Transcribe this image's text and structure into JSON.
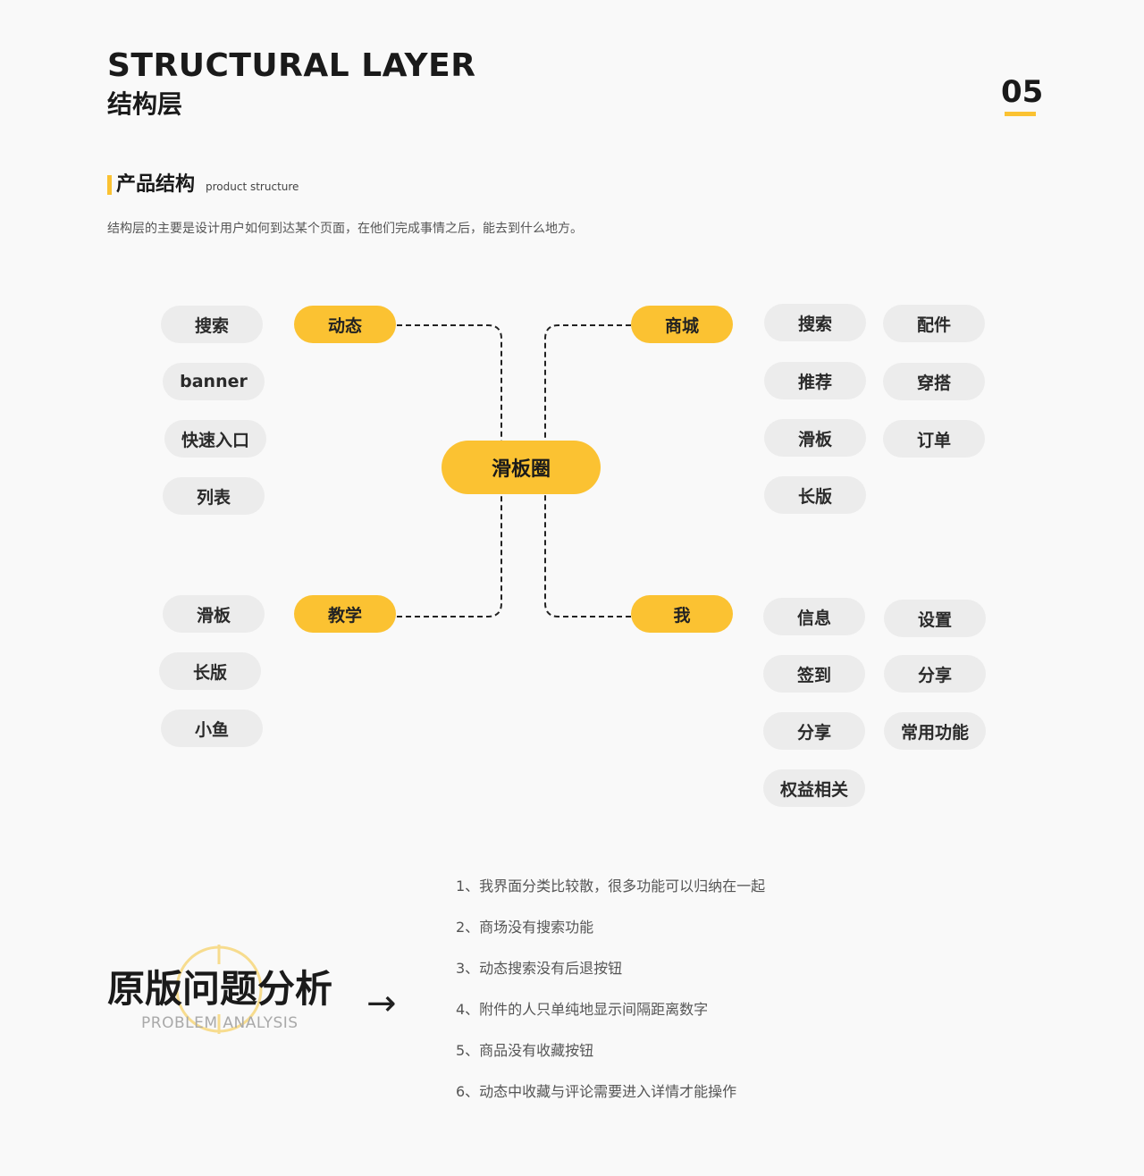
{
  "header": {
    "title_en": "STRUCTURAL LAYER",
    "title_zh": "结构层",
    "page_number": "05",
    "accent_color": "#fbc232"
  },
  "section": {
    "title_zh": "产品结构",
    "title_en": "product structure",
    "intro": "结构层的主要是设计用户如何到达某个页面，在他们完成事情之后，能去到什么地方。"
  },
  "diagram": {
    "center": "滑板圈",
    "branches": {
      "dongtai": {
        "label": "动态",
        "items": [
          "搜索",
          "banner",
          "快速入口",
          "列表"
        ]
      },
      "shangcheng": {
        "label": "商城",
        "items": [
          "搜索",
          "配件",
          "推荐",
          "穿搭",
          "滑板",
          "订单",
          "长版"
        ]
      },
      "jiaoxue": {
        "label": "教学",
        "items": [
          "滑板",
          "长版",
          "小鱼"
        ]
      },
      "wo": {
        "label": "我",
        "items": [
          "信息",
          "设置",
          "签到",
          "分享",
          "分享",
          "常用功能",
          "权益相关"
        ]
      }
    }
  },
  "problems": {
    "title_zh": "原版问题分析",
    "title_en": "PROBLEM ANALYSIS",
    "arrow": "→",
    "items": [
      "1、我界面分类比较散，很多功能可以归纳在一起",
      "2、商场没有搜索功能",
      "3、动态搜索没有后退按钮",
      "4、附件的人只单纯地显示间隔距离数字",
      "5、商品没有收藏按钮",
      "6、动态中收藏与评论需要进入详情才能操作"
    ]
  }
}
